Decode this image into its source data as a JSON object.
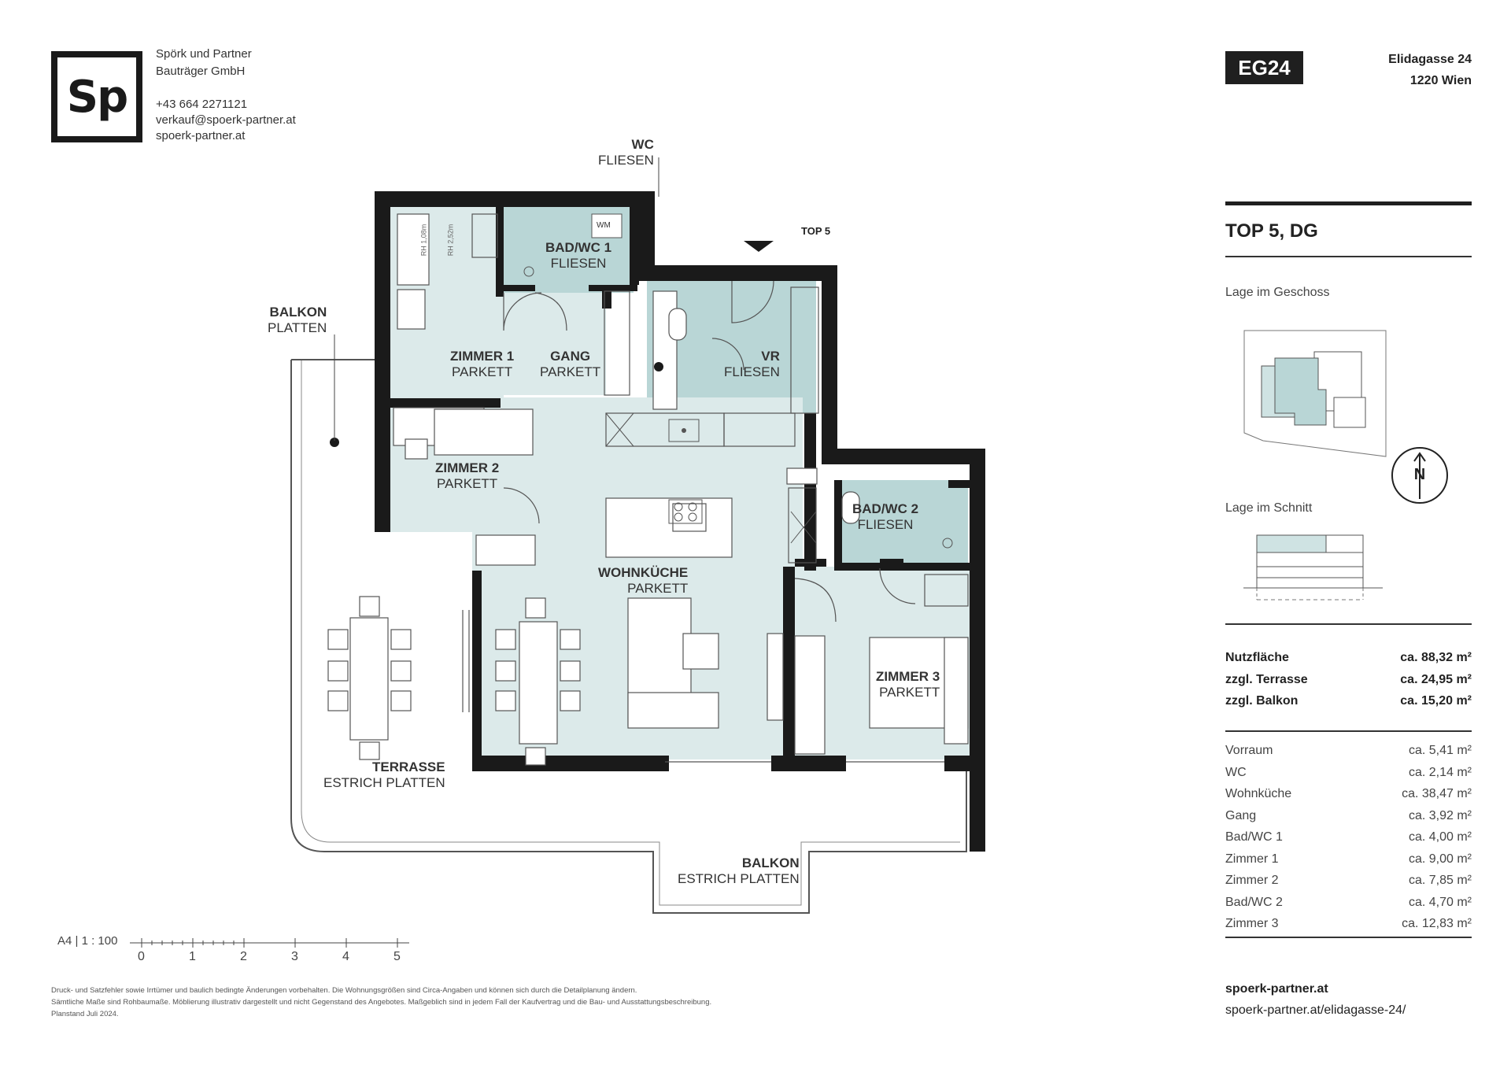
{
  "company": {
    "logo_text": "Sp",
    "name_line1": "Spörk und Partner",
    "name_line2": "Bauträger GmbH",
    "phone": "+43 664 2271121",
    "email": "verkauf@spoerk-partner.at",
    "web": "spoerk-partner.at"
  },
  "project": {
    "badge": "EG24",
    "address_line1": "Elidagasse 24",
    "address_line2": "1220 Wien",
    "unit_title": "TOP 5, DG",
    "lage_geschoss": "Lage im Geschoss",
    "lage_schnitt": "Lage im Schnitt",
    "north_label": "N"
  },
  "areas_main": [
    {
      "label": "Nutzfläche",
      "value": "ca. 88,32 m²"
    },
    {
      "label": "zzgl. Terrasse",
      "value": "ca. 24,95 m²"
    },
    {
      "label": "zzgl. Balkon",
      "value": "ca. 15,20 m²"
    }
  ],
  "areas_rooms": [
    {
      "label": "Vorraum",
      "value": "ca. 5,41 m²"
    },
    {
      "label": "WC",
      "value": "ca. 2,14 m²"
    },
    {
      "label": "Wohnküche",
      "value": "ca. 38,47 m²"
    },
    {
      "label": "Gang",
      "value": "ca. 3,92 m²"
    },
    {
      "label": "Bad/WC 1",
      "value": "ca. 4,00 m²"
    },
    {
      "label": "Zimmer 1",
      "value": "ca. 9,00 m²"
    },
    {
      "label": "Zimmer 2",
      "value": "ca. 7,85 m²"
    },
    {
      "label": "Bad/WC 2",
      "value": "ca. 4,70 m²"
    },
    {
      "label": "Zimmer 3",
      "value": "ca. 12,83 m²"
    }
  ],
  "footer": {
    "site": "spoerk-partner.at",
    "url": "spoerk-partner.at/elidagasse-24/",
    "disclaimer_1": "Druck- und Satzfehler sowie Irrtümer und baulich bedingte Änderungen vorbehalten. Die Wohnungsgrößen sind Circa-Angaben und können sich durch die Detailplanung ändern.",
    "disclaimer_2": "Sämtliche Maße sind Rohbaumaße. Möblierung illustrativ dargestellt und nicht Gegenstand des Angebotes. Maßgeblich sind in jedem Fall der Kaufvertrag und die Bau- und Ausstattungsbeschreibung.",
    "disclaimer_3": "Planstand Juli 2024."
  },
  "scale": {
    "label": "A4 | 1 : 100",
    "ticks": [
      "0",
      "1",
      "2",
      "3",
      "4",
      "5"
    ]
  },
  "plan": {
    "entry_label": "TOP 5",
    "wm_label": "WM",
    "rh_label_1": "RH 1,08m",
    "rh_label_2": "RH 2,52m",
    "rooms": [
      {
        "name": "WC",
        "floor": "FLIESEN"
      },
      {
        "name": "BALKON",
        "floor": "PLATTEN"
      },
      {
        "name": "BAD/WC 1",
        "floor": "FLIESEN"
      },
      {
        "name": "ZIMMER 1",
        "floor": "PARKETT"
      },
      {
        "name": "GANG",
        "floor": "PARKETT"
      },
      {
        "name": "VR",
        "floor": "FLIESEN"
      },
      {
        "name": "ZIMMER 2",
        "floor": "PARKETT"
      },
      {
        "name": "BAD/WC 2",
        "floor": "FLIESEN"
      },
      {
        "name": "WOHNKÜCHE",
        "floor": "PARKETT"
      },
      {
        "name": "ZIMMER 3",
        "floor": "PARKETT"
      },
      {
        "name": "TERRASSE",
        "floor": "ESTRICH PLATTEN"
      },
      {
        "name": "BALKON",
        "floor": "ESTRICH PLATTEN"
      }
    ]
  },
  "colors": {
    "wall": "#1a1a1a",
    "room_fill": "#dceaea",
    "wet_fill": "#b9d6d6",
    "ink": "#222222"
  }
}
